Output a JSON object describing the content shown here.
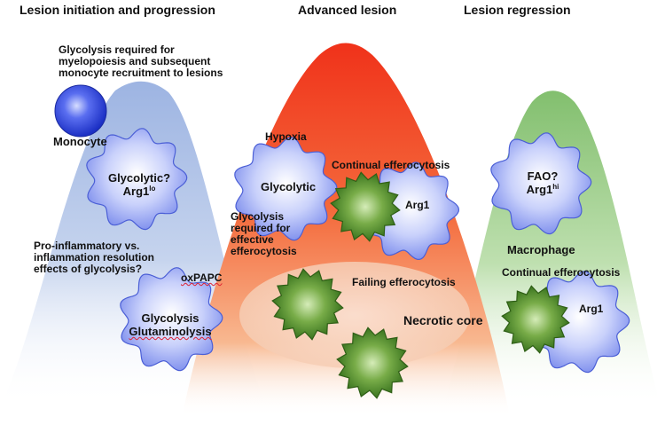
{
  "headers": {
    "initiation": "Lesion initiation and progression",
    "advanced": "Advanced lesion",
    "regression": "Lesion regression"
  },
  "initiation": {
    "glycolysis_note": [
      "Glycolysis required for",
      "myelopoiesis and subsequent",
      "monocyte recruitment to lesions"
    ],
    "monocyte_label": "Monocyte",
    "macrophage1": {
      "line1": "Glycolytic?",
      "line2_base": "Arg1",
      "line2_sup": "lo"
    },
    "question": [
      "Pro-inflammatory vs.",
      "inflammation resolution",
      "effects of glycolysis?"
    ],
    "oxpapc": "oxPAPC",
    "macrophage2": {
      "line1": "Glycolysis",
      "line2": "Glutaminolysis"
    }
  },
  "advanced": {
    "hypoxia": "Hypoxia",
    "glycolytic": "Glycolytic",
    "glycolysis_required": [
      "Glycolysis",
      "required for",
      "effective",
      "efferocytosis"
    ],
    "continual_efferocytosis": "Continual efferocytosis",
    "arg1": "Arg1",
    "failing_efferocytosis": "Failing efferocytosis",
    "necrotic_core": "Necrotic core"
  },
  "regression": {
    "macrophage": {
      "line1": "FAO?",
      "line2_base": "Arg1",
      "line2_sup": "hi"
    },
    "macrophage_label": "Macrophage",
    "continual_efferocytosis": "Continual efferocytosis",
    "arg1": "Arg1"
  },
  "colors": {
    "blue_mound": "#a9bfe6",
    "red_mound": "#f2321c",
    "green_mound": "#8dc57a",
    "macrophage_fill": "#8f9ff0",
    "apoptotic_fill": "#4f8a2c",
    "monocyte_fill": "#2a3fd8"
  }
}
